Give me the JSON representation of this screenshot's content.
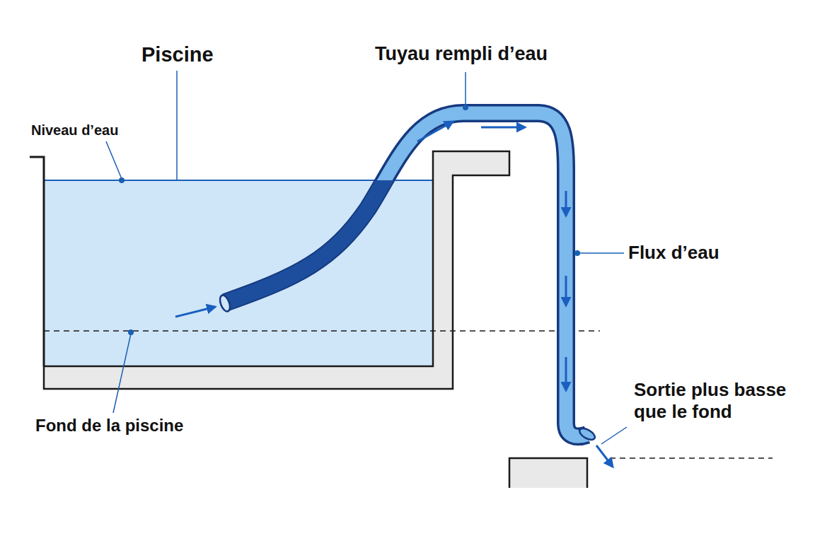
{
  "diagram": {
    "labels": [
      "Piscine",
      "Tuyau rempli d’eau",
      "Niveau d’eau",
      "Flux d’eau",
      "Fond de la piscine",
      "Sortie plus basse que le fond"
    ]
  }
}
